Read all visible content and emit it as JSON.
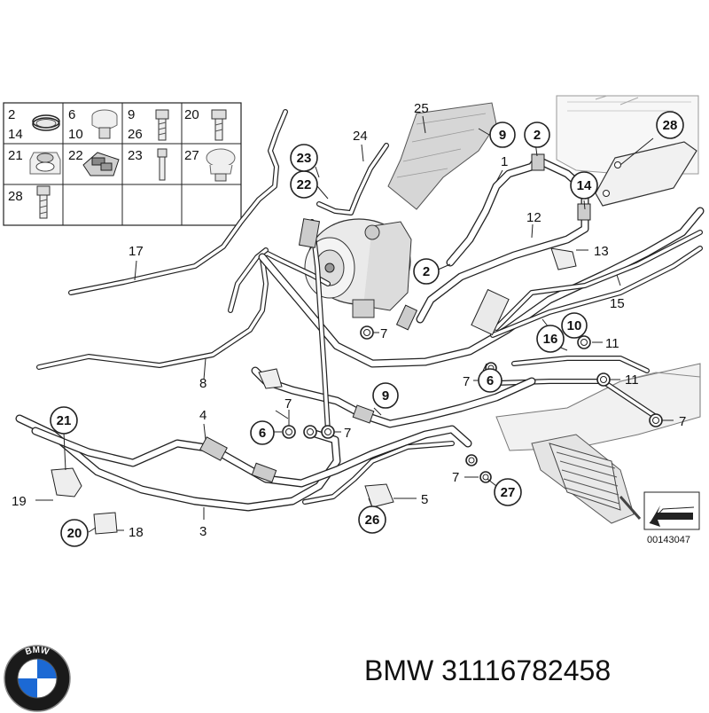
{
  "parts_table": [
    {
      "top": "2",
      "bottom": "14"
    },
    {
      "top": "6",
      "bottom": "10"
    },
    {
      "top": "9",
      "bottom": "26"
    },
    {
      "top": "20",
      "bottom": ""
    },
    {
      "top": "21",
      "bottom": ""
    },
    {
      "top": "22",
      "bottom": ""
    },
    {
      "top": "23",
      "bottom": ""
    },
    {
      "top": "27",
      "bottom": ""
    },
    {
      "top": "28",
      "bottom": ""
    }
  ],
  "callouts": [
    {
      "label": "1",
      "circled": false
    },
    {
      "label": "2",
      "circled": true
    },
    {
      "label": "2",
      "circled": true
    },
    {
      "label": "3",
      "circled": false
    },
    {
      "label": "4",
      "circled": false
    },
    {
      "label": "5",
      "circled": false
    },
    {
      "label": "6",
      "circled": true
    },
    {
      "label": "6",
      "circled": true
    },
    {
      "label": "7",
      "circled": false
    },
    {
      "label": "7",
      "circled": false
    },
    {
      "label": "7",
      "circled": false
    },
    {
      "label": "7",
      "circled": false
    },
    {
      "label": "7",
      "circled": false
    },
    {
      "label": "7",
      "circled": false
    },
    {
      "label": "8",
      "circled": false
    },
    {
      "label": "9",
      "circled": true
    },
    {
      "label": "9",
      "circled": true
    },
    {
      "label": "10",
      "circled": true
    },
    {
      "label": "11",
      "circled": false
    },
    {
      "label": "11",
      "circled": false
    },
    {
      "label": "12",
      "circled": false
    },
    {
      "label": "13",
      "circled": false
    },
    {
      "label": "14",
      "circled": true
    },
    {
      "label": "15",
      "circled": false
    },
    {
      "label": "16",
      "circled": true
    },
    {
      "label": "17",
      "circled": false
    },
    {
      "label": "18",
      "circled": false
    },
    {
      "label": "19",
      "circled": false
    },
    {
      "label": "20",
      "circled": true
    },
    {
      "label": "21",
      "circled": true
    },
    {
      "label": "22",
      "circled": true
    },
    {
      "label": "23",
      "circled": true
    },
    {
      "label": "24",
      "circled": false
    },
    {
      "label": "25",
      "circled": false
    },
    {
      "label": "26",
      "circled": true
    },
    {
      "label": "27",
      "circled": true
    },
    {
      "label": "28",
      "circled": true
    }
  ],
  "diagram_code": "00143047",
  "footer": {
    "brand": "BMW",
    "part_number": "31116782458"
  },
  "logo": {
    "letters": "BMW",
    "colors": {
      "blue": "#1c69d4",
      "ring": "#1a1a1a",
      "white": "#ffffff"
    }
  }
}
